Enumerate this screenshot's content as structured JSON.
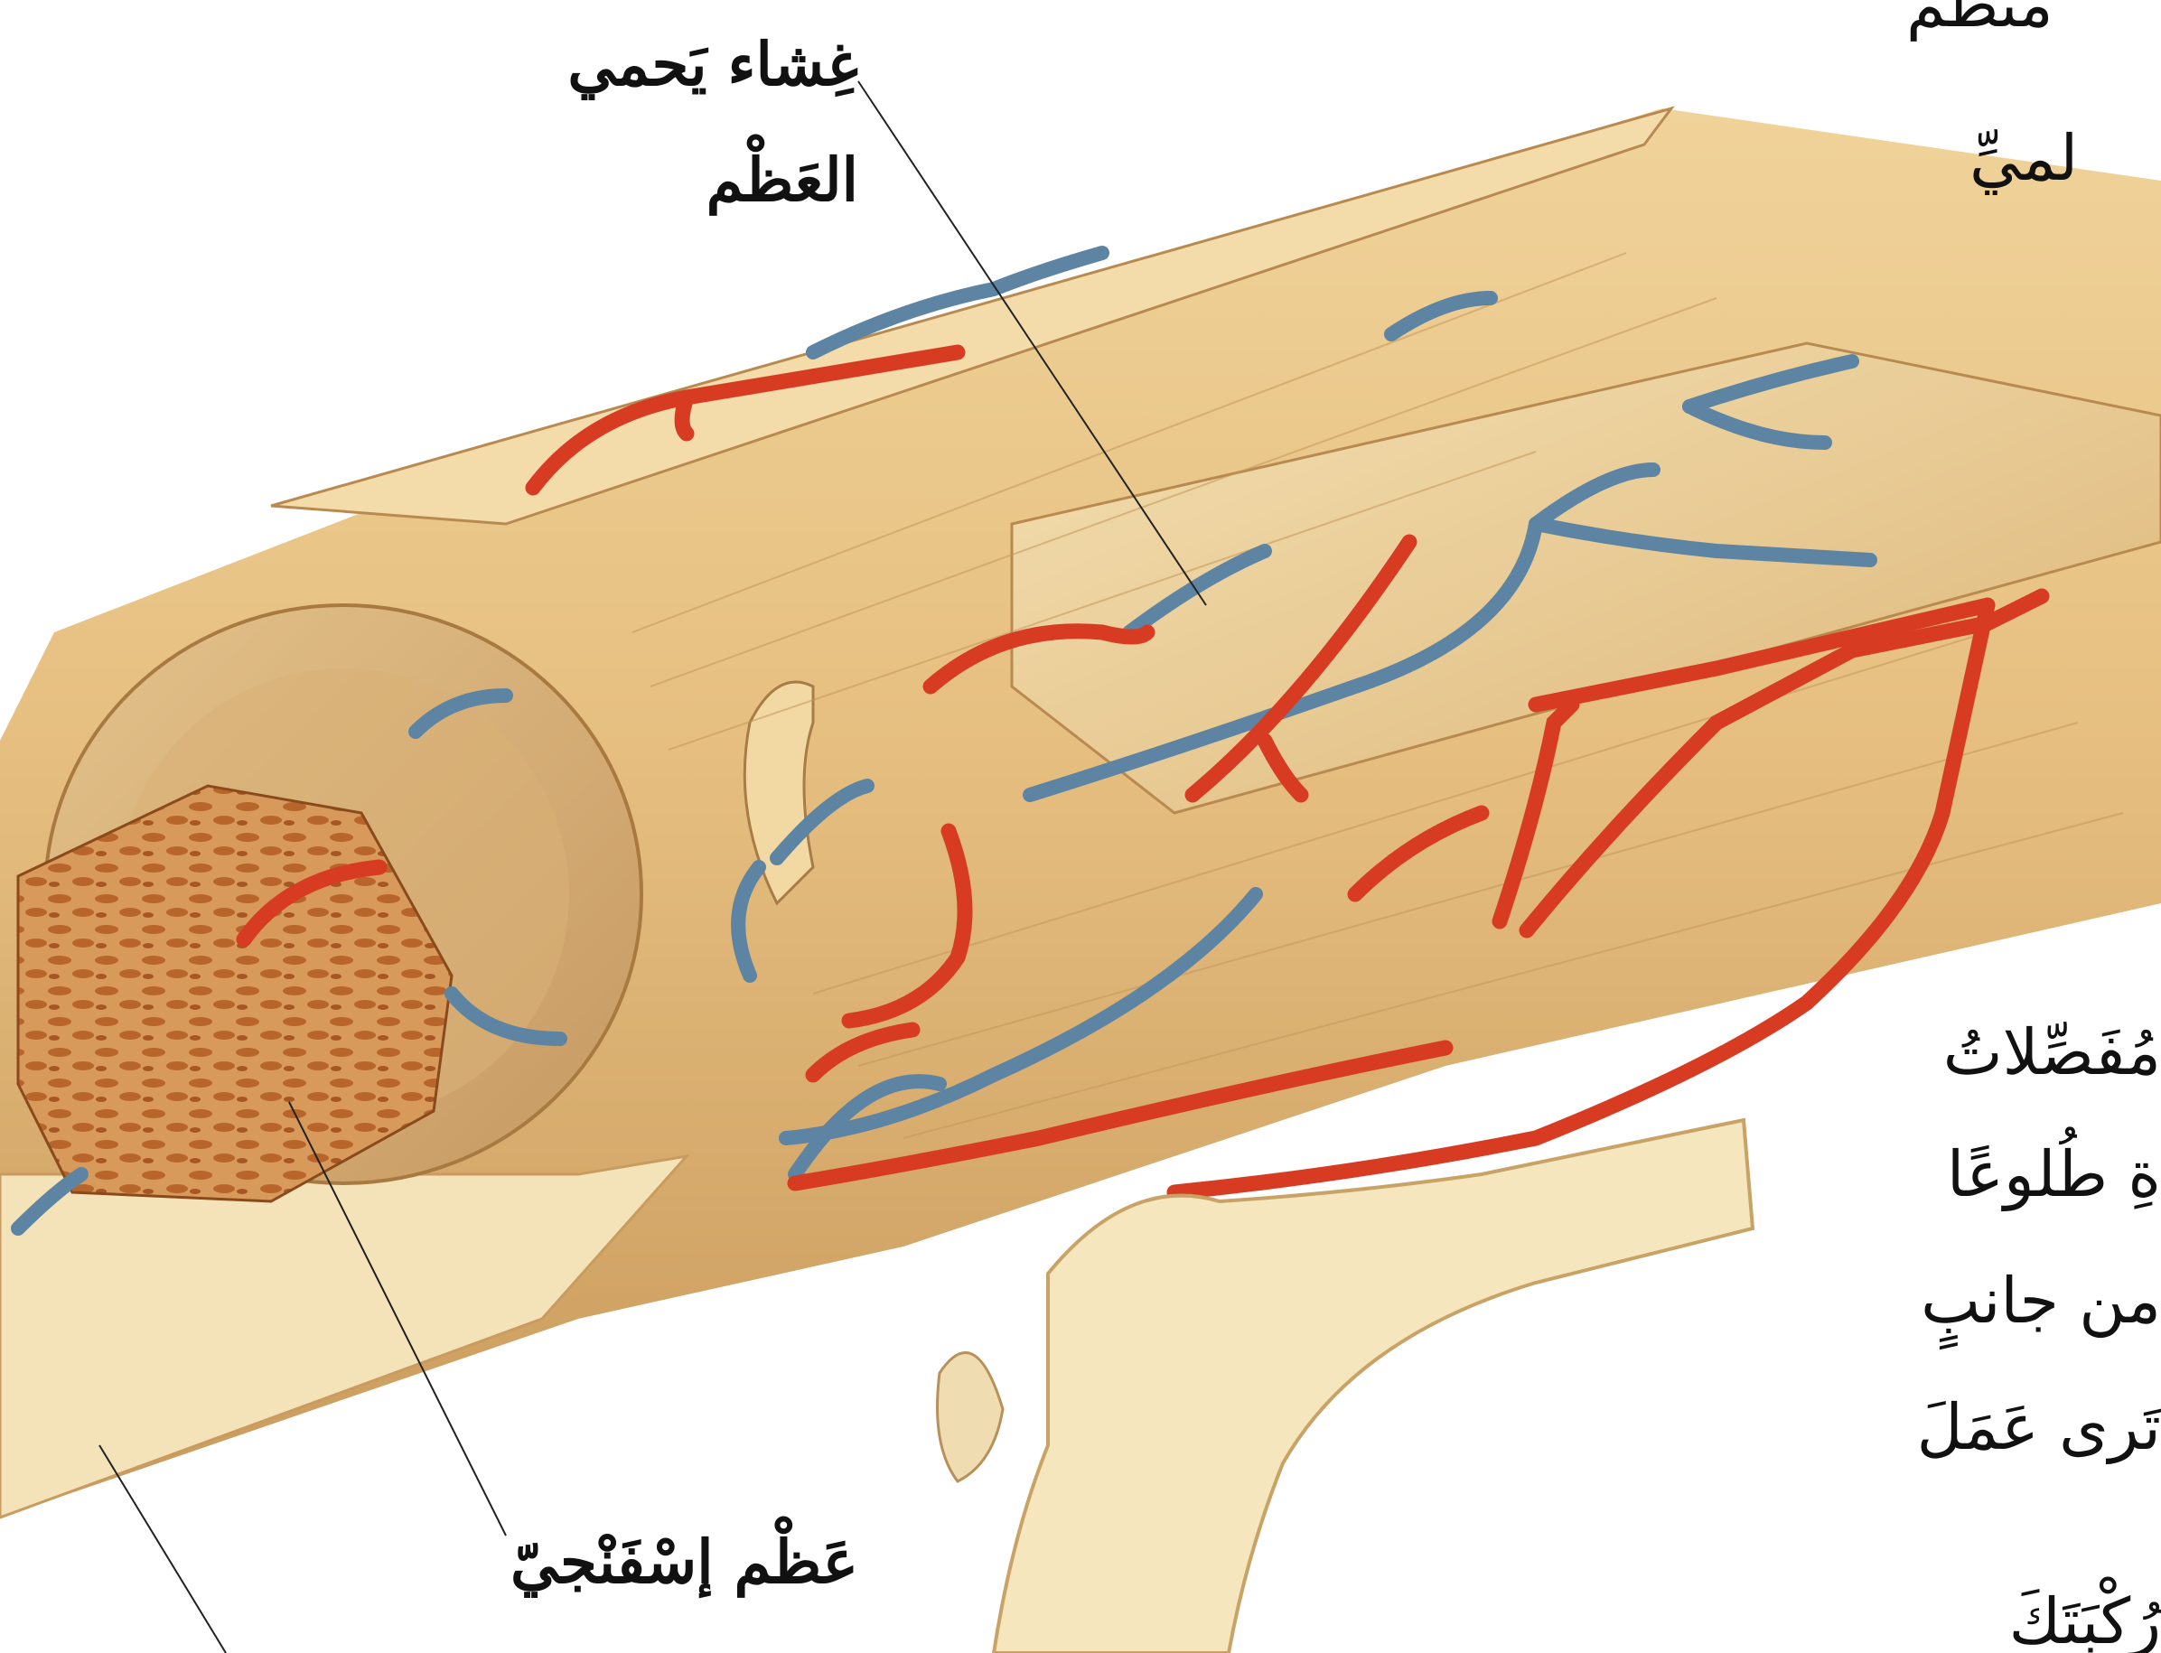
{
  "labels": {
    "periosteum_line1": "غِشاء يَحمي",
    "periosteum_line2": "العَظْم",
    "spongy_bone": "عَظْم إسْفَنْجيّ"
  },
  "text_fragments": {
    "top_right_1": "مَنظم",
    "top_right_2": "لميِّ",
    "right_1": "مُفَصِّلاتُ",
    "right_2": "ةِ طُلوعًا",
    "right_3": "من جانبٍ",
    "right_4": "تَرى عَمَلَ",
    "right_5": "رُكْبَتَكَ"
  },
  "colors": {
    "bone_light": "#f2d9a3",
    "bone_mid": "#deb477",
    "bone_dark": "#b8894e",
    "artery": "#d9412a",
    "vein": "#6f95b3",
    "marrow": "#c77d3d"
  }
}
